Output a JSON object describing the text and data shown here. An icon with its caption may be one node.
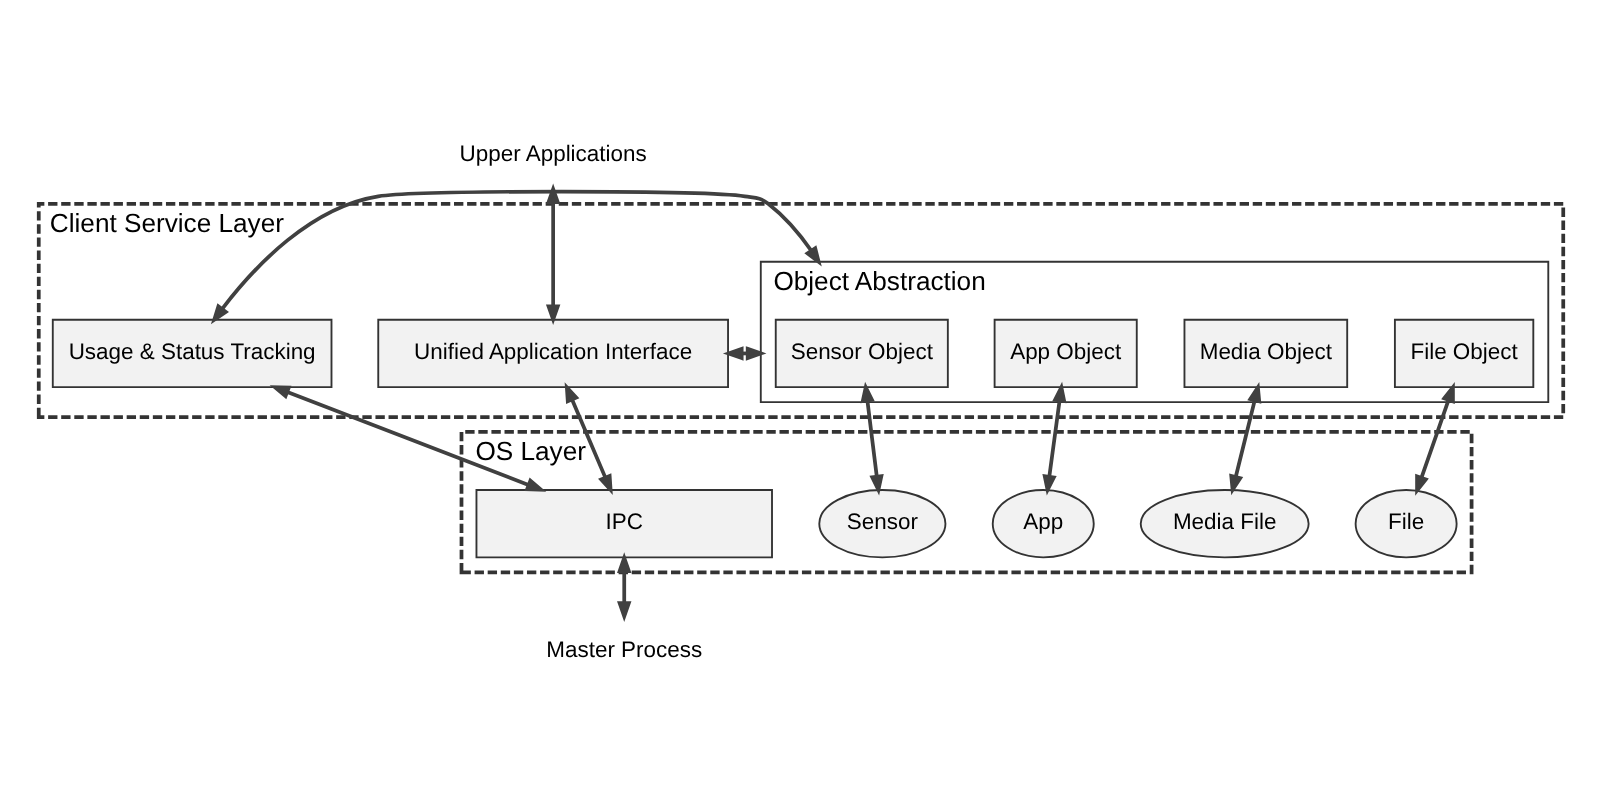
{
  "diagram": {
    "nodes": [
      {
        "text": [
          "Client Service Layer"
        ]
      },
      {
        "text": [
          "Object Abstraction"
        ],
        "in": 0
      },
      {
        "text": [
          "File Object"
        ],
        "in": 1
      },
      {
        "text": [
          "Media Object"
        ],
        "in": 1
      },
      {
        "text": [
          "App Object"
        ],
        "in": 1
      },
      {
        "text": [
          "Sensor Object"
        ],
        "in": 1
      },
      {
        "text": [
          "Unified Application Interface"
        ],
        "in": 0
      },
      {
        "text": [
          "Usage & Status Tracking"
        ],
        "in": 0
      },
      {
        "text": [
          "OS Layer"
        ]
      },
      {
        "text": [
          "File"
        ],
        "in": 8
      },
      {
        "text": [
          "Media File"
        ],
        "in": 8
      },
      {
        "text": [
          "App"
        ],
        "in": 8
      },
      {
        "text": [
          "Sensor"
        ],
        "in": 8
      },
      {
        "text": [
          "IPC"
        ],
        "in": 8
      },
      {
        "text": [
          "Upper Applications"
        ]
      },
      {
        "text": [
          "Master Process"
        ]
      }
    ],
    "edges": [
      {
        "from": 14,
        "to": 6,
        "arrow": "both"
      },
      {
        "from": 1,
        "to": 6,
        "arrow": "both"
      },
      {
        "from": 1,
        "to": 7,
        "arrow": "both"
      },
      {
        "from": 2,
        "to": 9,
        "arrow": "both"
      },
      {
        "from": 3,
        "to": 10,
        "arrow": "both"
      },
      {
        "from": 4,
        "to": 11,
        "arrow": "both"
      },
      {
        "from": 5,
        "to": 12,
        "arrow": "both"
      },
      {
        "from": 7,
        "to": 13,
        "arrow": "both"
      },
      {
        "from": 6,
        "to": 13,
        "arrow": "both"
      },
      {
        "from": 13,
        "to": 15,
        "arrow": "both"
      }
    ]
  }
}
